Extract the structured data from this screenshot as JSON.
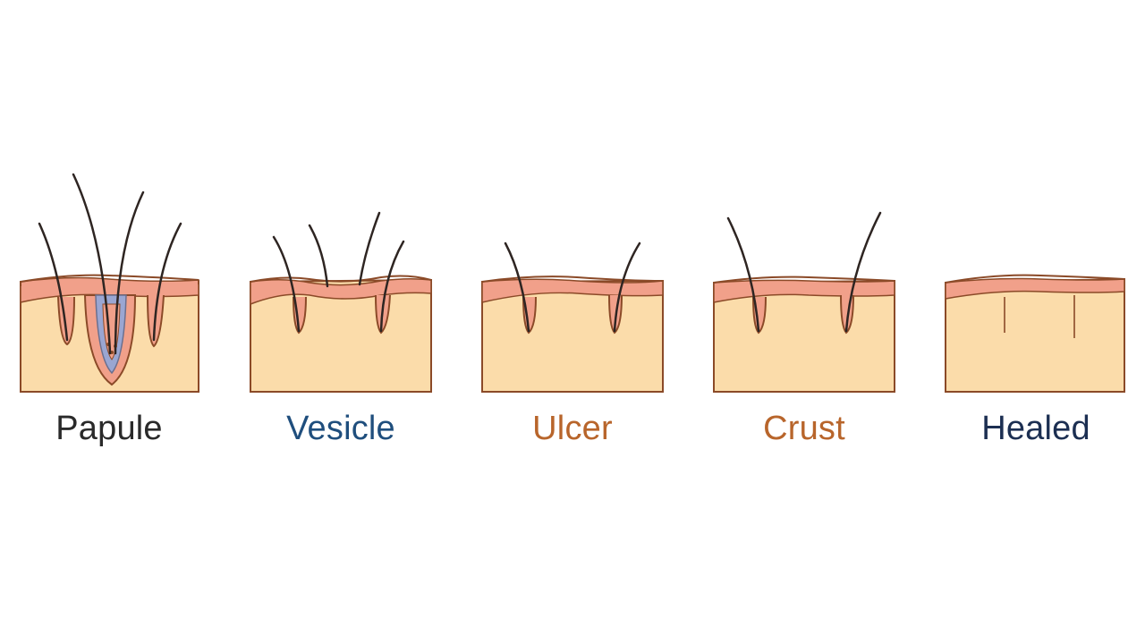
{
  "stages": [
    {
      "id": "papule",
      "label": "Papule",
      "color": "#2a2a2a"
    },
    {
      "id": "vesicle",
      "label": "Vesicle",
      "color": "#1f4e7d"
    },
    {
      "id": "ulcer",
      "label": "Ulcer",
      "color": "#b8652b"
    },
    {
      "id": "crust",
      "label": "Crust",
      "color": "#b8652b"
    },
    {
      "id": "healed",
      "label": "Healed",
      "color": "#1c2f52"
    }
  ],
  "colors": {
    "dermis": "#fbdcaa",
    "epidermis": "#f1a08a",
    "stratum": "#fde3b7",
    "outline": "#8b4a28",
    "hair": "#2e2522",
    "lesion": "#9aa6d2"
  }
}
